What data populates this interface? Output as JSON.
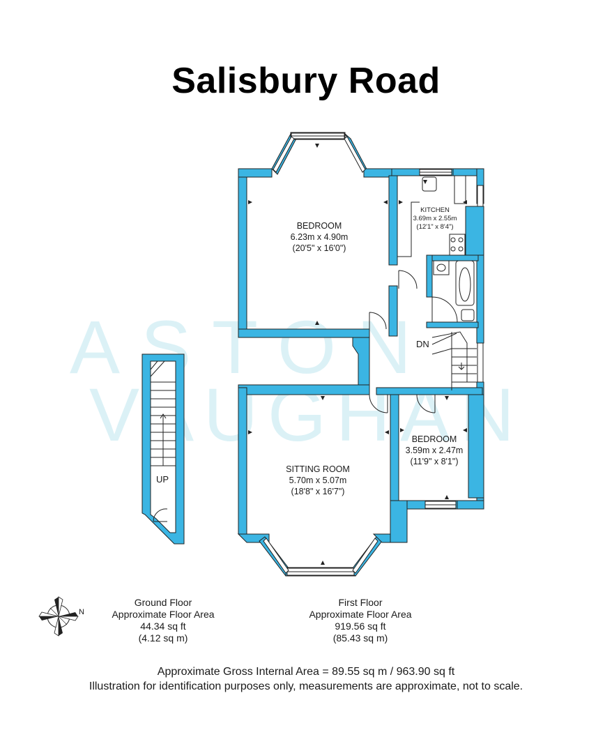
{
  "title": "Salisbury Road",
  "watermark": {
    "line1": "ASTON",
    "line2": "VAUGHAN",
    "color": "#bfe6ef"
  },
  "colors": {
    "wall": "#3bb5e3",
    "line": "#222222",
    "window": "#ffffff"
  },
  "rooms": {
    "bedroom1": {
      "name": "BEDROOM",
      "metric": "6.23m x 4.90m",
      "imperial": "(20'5\" x 16'0\")"
    },
    "kitchen": {
      "name": "KITCHEN",
      "metric": "3.69m x 2.55m",
      "imperial": "(12'1\" x 8'4\")"
    },
    "sitting": {
      "name": "SITTING ROOM",
      "metric": "5.70m x 5.07m",
      "imperial": "(18'8\" x 16'7\")"
    },
    "bedroom2": {
      "name": "BEDROOM",
      "metric": "3.59m x 2.47m",
      "imperial": "(11'9\" x 8'1\")"
    }
  },
  "stairs": {
    "down": "DN",
    "up": "UP"
  },
  "compass": {
    "label": "N",
    "icon": "compass-rose-icon"
  },
  "ground_floor": {
    "line1": "Ground Floor",
    "line2": "Approximate Floor Area",
    "sqft": "44.34 sq ft",
    "sqm": "(4.12 sq m)"
  },
  "first_floor": {
    "line1": "First Floor",
    "line2": "Approximate Floor Area",
    "sqft": "919.56 sq ft",
    "sqm": "(85.43 sq m)"
  },
  "footer": {
    "gross": "Approximate Gross Internal Area = 89.55 sq m / 963.90 sq ft",
    "disclaimer": "Illustration for identification purposes only, measurements are approximate, not to scale."
  }
}
